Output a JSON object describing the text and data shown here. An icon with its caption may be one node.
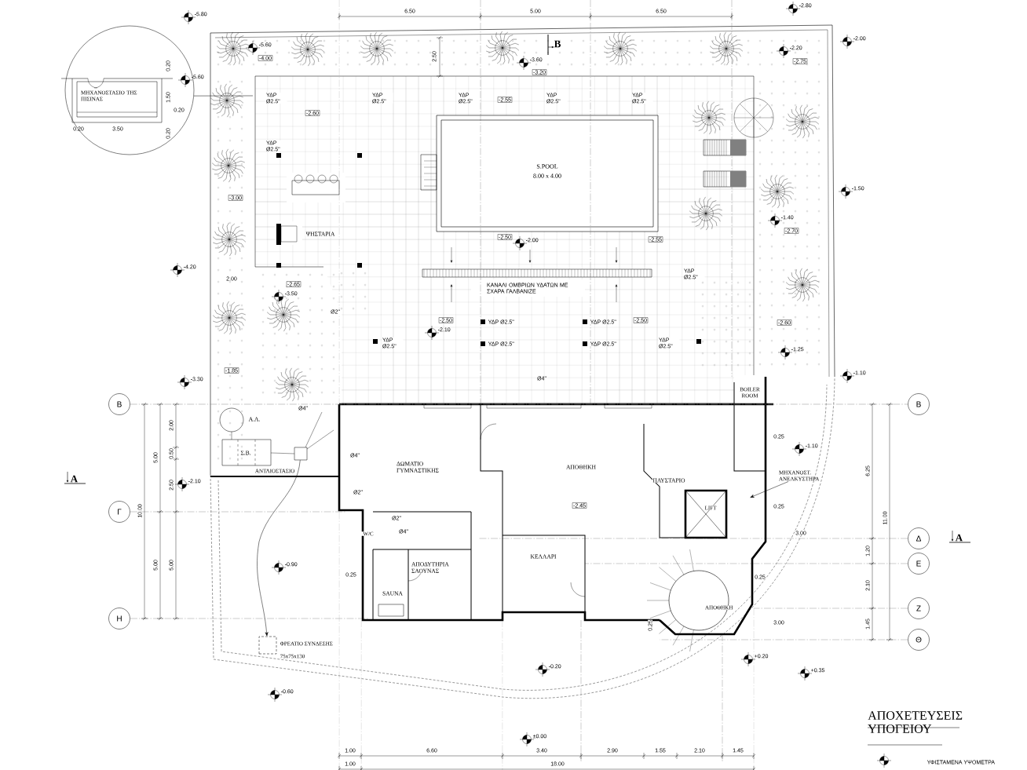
{
  "diagram": {
    "title": "ΑΠΟΧΕΤΕΥΣΕΙΣ ΥΠΟΓΕΙΟΥ",
    "nodes": [
      {
        "text": [
          "ΜΗΧΑΝΟΣΤΑΣΙΟ ΤΗΣ ΠΙΣΙΝΑΣ",
          "0.20",
          "1.50",
          "0.20",
          "3.50",
          "0.20",
          "0.20"
        ]
      },
      {
        "text": [
          "S.POOL",
          "8.00 x 4.00"
        ]
      },
      {
        "text": [],
        "shape": "box",
        "beside": [
          "ΑΝΤΛΙΟΣΤΑΣΙΟ"
        ]
      },
      {
        "text": [],
        "shape": "box",
        "beside": [
          "ΦΡΕΑΤΙΟ ΣΥΝΔΕΣΗΣ",
          "75x75x130"
        ]
      },
      {
        "text": [
          "ΜΗΧΑΝΟΣΤ. ΑΝΕΛΚΥΣΤΗΡΑ"
        ]
      },
      {
        "text": [
          "LIFT"
        ]
      },
      {
        "text": [
          "B"
        ]
      },
      {
        "text": [
          "Γ"
        ]
      },
      {
        "text": [
          "H"
        ]
      },
      {
        "text": [
          "B"
        ]
      },
      {
        "text": [
          "Δ"
        ]
      },
      {
        "text": [
          "E"
        ]
      },
      {
        "text": [
          "Z"
        ]
      },
      {
        "text": [
          "Θ"
        ]
      }
    ],
    "edges": [
      {
        "from": 0,
        "to": null,
        "arrow": "none"
      },
      {
        "from": 2,
        "to": 3,
        "arrow": "to"
      },
      {
        "from": 4,
        "to": null,
        "arrow": "to"
      },
      {
        "from": 6,
        "to": 9,
        "arrow": "none",
        "style": "dashed",
        "color": "#8c8c8c"
      }
    ],
    "labels": [
      "-5.80",
      "6.50",
      "5.00",
      "6.50",
      "-2.80",
      "-5.60",
      "B",
      "-2.20",
      "-2.00",
      "-4.00",
      "2.50",
      "-3.60",
      "-2.75",
      "-3.20",
      "-5.60",
      "ΥΔΡ Ø2.5\"",
      "ΥΔΡ Ø2.5\"",
      "ΥΔΡ Ø2.5\"",
      "-2.55",
      "ΥΔΡ Ø2.5\"",
      "ΥΔΡ Ø2.5\"",
      "-2.60",
      "ΥΔΡ Ø2.5\"",
      "-1.50",
      "-3.00",
      "-1.40",
      "ΨΗΣΤΑΡΙΑ",
      "-2.50",
      "-2.00",
      "-2.55",
      "-2.70",
      "-4.20",
      "ΥΔΡ Ø2.5\"",
      "2.00",
      "-2.65",
      "-3.50",
      "ΚΑΝΑΛΙ ΟΜΒΡΙΩΝ ΥΔΑΤΩΝ ΜΕ ΣΧΑΡΑ ΓΑΛΒΑΝΙΖΕ",
      "Ø2\"",
      "-2.50",
      "ΥΔΡ Ø2.5\"",
      "ΥΔΡ Ø2.5\"",
      "-2.50",
      "-2.60",
      "-2.10",
      "ΥΔΡ Ø2.5\"",
      "ΥΔΡ Ø2.5\"",
      "ΥΔΡ Ø2.5\"",
      "ΥΔΡ Ø2.5\"",
      "-1.25",
      "-1.85",
      "-3.30",
      "Ø4\"",
      "-1.10",
      "BOILER ROOM",
      "Ø4\"",
      "2.00",
      "Α.Λ.",
      "0.25",
      "5.00",
      "0.50",
      "Σ.Β.",
      "Ø4\"",
      "-1.10",
      "A",
      "2.50",
      "-2.10",
      "Ø2\"",
      "ΔΩΜΑΤΙΟ ΓΥΜΝΑΣΤΙΚΗΣ",
      "ΑΠΟΘΗΚΗ",
      "ΠΛΥΣΤΑΡΙΟ",
      "6.25",
      "10.00",
      "Ø2\"",
      "-2.45",
      "0.25",
      "11.00",
      "W/C",
      "Ø4\"",
      "3.00",
      "A",
      "ΚΕΛΛΑΡΙ",
      "1.20",
      "5.00",
      "5.00",
      "-0.90",
      "0.25",
      "ΑΠΟΔΥΤΗΡΙΑ ΣΑΟΥΝΑΣ",
      "0.25",
      "SAUNA",
      "2.10",
      "ΑΠΟΘΗΚΗ",
      "0.25",
      "3.00",
      "1.45",
      "+0.20",
      "-0.20",
      "+0.35",
      "-0.60",
      "±0.00",
      "1.00",
      "6.60",
      "3.40",
      "2.90",
      "1.55",
      "2.10",
      "1.45",
      "1.00",
      "18.00"
    ],
    "legend": [
      {
        "text": "ΥΦΙΣΤΑΜΕΝΑ ΥΨΟΜΕΤΡΑ"
      }
    ]
  }
}
